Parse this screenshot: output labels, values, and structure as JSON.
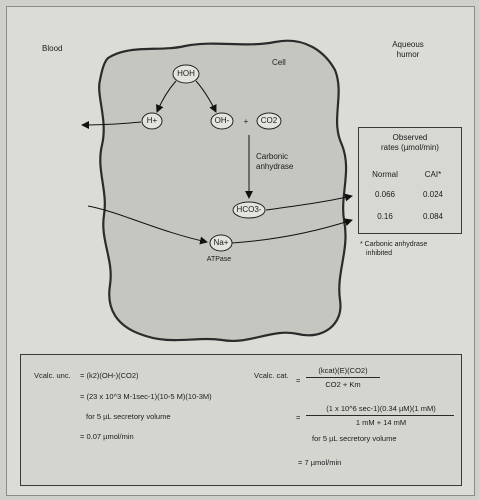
{
  "labels": {
    "blood": "Blood",
    "cell": "Cell",
    "aqueous": "Aqueous",
    "humor": "humor"
  },
  "molecules": {
    "hoh": "HOH",
    "h_plus": "H+",
    "oh_minus": "OH-",
    "plus_sign": "+",
    "co2": "CO2",
    "hco3": "HCO3-",
    "na_plus": "Na+",
    "atpase": "ATPase"
  },
  "enzyme": {
    "line1": "Carbonic",
    "line2": "anhydrase"
  },
  "rates_table": {
    "title_line1": "Observed",
    "title_line2": "rates (µmol/min)",
    "headers": [
      "Normal",
      "CAI*"
    ],
    "rows": [
      [
        "0.066",
        "0.024"
      ],
      [
        "0.16",
        "0.084"
      ]
    ],
    "footnote_line1": "* Carbonic anhydrase",
    "footnote_line2": "inhibited"
  },
  "calc_uncat": {
    "label": "Vcalc. unc.",
    "eq1": "= (k2)(OH-)(CO2)",
    "eq2": "= (23 x 10^3 M-1sec-1)(10-5 M)(10-3M)",
    "eq3": "for 5 µL secretory volume",
    "eq4": "= 0.07 µmol/min"
  },
  "calc_cat": {
    "label": "Vcalc. cat.",
    "frac1_num": "(kcat)(E)(CO2)",
    "frac1_den": "CO2 + Km",
    "frac2_num": "(1 x 10^6 sec-1)(0.34 µM)(1 mM)",
    "frac2_den": "1 mM + 14 mM",
    "eq3": "for 5 µL secretory volume",
    "eq4": "= 7 µmol/min"
  }
}
